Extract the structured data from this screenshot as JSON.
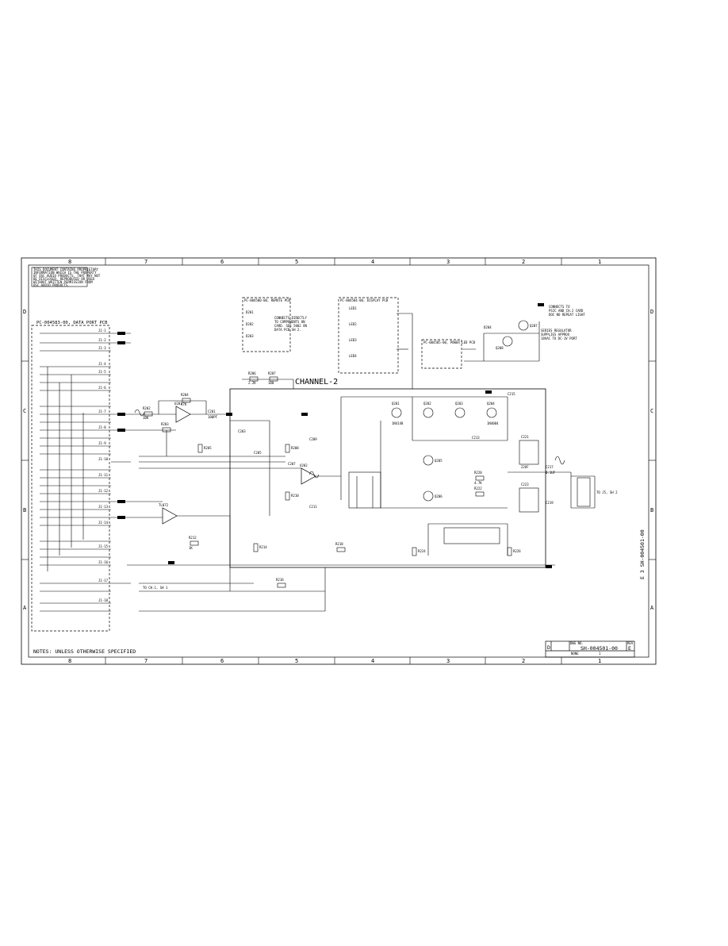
{
  "sheet": {
    "columns": [
      "8",
      "7",
      "6",
      "5",
      "4",
      "3",
      "2",
      "1"
    ],
    "rows": [
      "D",
      "C",
      "B",
      "A"
    ],
    "proprietary_notice": [
      "THIS DOCUMENT CONTAINS PROPRIETARY",
      "INFORMATION WHICH IS THE PROPERTY",
      "OF QSC AUDIO PRODUCTS, THAT MAY NOT",
      "BE DISCLOSED, REPRODUCED OR USED",
      "WITHOUT WRITTEN PERMISSION FROM",
      "QSC AUDIO PRODUCTS."
    ],
    "notes": "NOTES: UNLESS OTHERWISE SPECIFIED",
    "channel_label": "CHANNEL-2"
  },
  "boxes": {
    "data_port": "PC-004583-00, DATA PORT PCB",
    "remote": "PC-004500-00, REMOTE PCB",
    "display": "PC-004584-00, DISPLAY PCB",
    "power_led": "PC-004585-00, POWER LED PCB"
  },
  "notes_text": {
    "remote": [
      "CONNECTS DIRECTLY",
      "TO COMPONENTS ON",
      "CARD. SEE 5002 ON",
      "DATA PCB SH 2."
    ],
    "series_regulator": [
      "SERIES REGULATOR",
      "SUPPLIES APPROX",
      "18VAC TO DC-1V PORT"
    ],
    "connects_to": [
      "CONNECTS TO",
      "PSIC AND CH.2 CARD",
      "DOC NO REPEAT LIGHT"
    ],
    "output": "TO J5, SH 2",
    "channel1": "TO CH.1, SH 1"
  },
  "refs": {
    "r1": "R202",
    "r2": "R203",
    "r3": "R204",
    "r4": "R205",
    "r5": "R206",
    "r6": "R207",
    "r7": "R208",
    "r8": "R210",
    "r9": "R212",
    "r10": "R214",
    "r11": "R216",
    "r12": "R218",
    "r13": "R220",
    "r14": "R222",
    "r15": "R224",
    "r16": "R226",
    "c1": "C201",
    "c2": "C203",
    "c3": "C205",
    "c4": "C207",
    "c5": "C209",
    "c6": "C211",
    "c7": "C213",
    "c8": "C215",
    "c9": "C217",
    "c10": "C219",
    "c11": "C221",
    "c12": "C223",
    "q1": "Q201",
    "q2": "Q202",
    "q3": "Q203",
    "q4": "Q204",
    "q5": "Q205",
    "q6": "Q206",
    "q7": "Q207",
    "q8": "Q208",
    "u1": "U201",
    "u2": "U202",
    "j1": "J1-1",
    "j2": "J1-2",
    "j3": "J1-3",
    "j4": "J1-4",
    "j5": "J1-5",
    "j6": "J1-6",
    "j7": "J1-7",
    "j8": "J1-8",
    "j9": "J1-9",
    "j10": "J1-10",
    "j11": "J1-11",
    "j12": "J1-12",
    "j13": "J1-13",
    "j14": "J1-14",
    "j15": "J1-15",
    "j16": "J1-16",
    "j17": "J1-17",
    "j18": "J1-18",
    "led1": "LED1",
    "led2": "LED2",
    "led3": "LED3",
    "led4": "LED4",
    "d1": "D201",
    "d2": "D202",
    "d3": "D203",
    "d4": "D204",
    "v1": "10K",
    "v2": "47K",
    "v3": "2.2K",
    "v4": "100",
    "v5": "1K",
    "v6": "4.7K",
    "v7": "100PF",
    "v8": "22UF",
    "v9": "0.1UF",
    "v10": "1N4148",
    "v11": "1N4004",
    "v12": "TL072"
  },
  "title_block": {
    "doc_label": "DWG NO.",
    "size": "D",
    "doc_number": "SH-004501-00",
    "rev_label": "REV",
    "rev": "E",
    "scale": "NONE",
    "sheet": "1",
    "side_text": "E 3 SH-004501-00"
  }
}
